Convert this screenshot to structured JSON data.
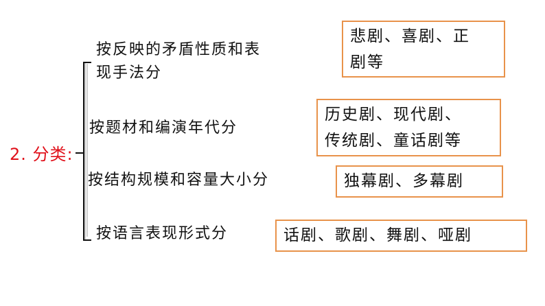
{
  "title": "2. 分类:",
  "categories": [
    {
      "label_line1": "按反映的矛盾性质和表",
      "label_line2": "现手法分",
      "examples_line1": "悲剧、喜剧、正",
      "examples_line2": "剧等"
    },
    {
      "label_line1": "按题材和编演年代分",
      "examples_line1": "历史剧、现代剧、",
      "examples_line2": "传统剧、童话剧等"
    },
    {
      "label_line1": "按结构规模和容量大小分",
      "examples_line1": "独幕剧、多幕剧"
    },
    {
      "label_line1": "按语言表现形式分",
      "examples_line1": "话剧、歌剧、舞剧、哑剧"
    }
  ],
  "colors": {
    "title": "#e0101a",
    "box_border": "#e8924a",
    "text": "#111111"
  }
}
